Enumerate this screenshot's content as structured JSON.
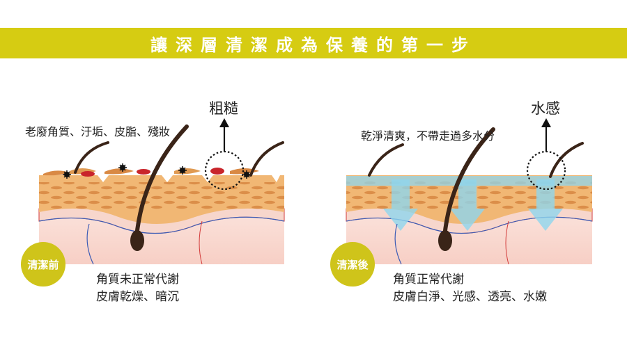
{
  "banner": {
    "title": "讓深層清潔成為保養的第一步"
  },
  "before": {
    "badge": "清潔前",
    "top_label": "粗糙",
    "debris_label": "老廢角質、汙垢、皮脂、殘妝",
    "desc_line1": "角質未正常代謝",
    "desc_line2": "皮膚乾燥、暗沉"
  },
  "after": {
    "badge": "清潔後",
    "top_label": "水感",
    "clean_label": "乾淨清爽，不帶走過多水分",
    "desc_line1": "角質正常代謝",
    "desc_line2": "皮膚白淨、光感、透亮、水嫩"
  },
  "colors": {
    "banner": "#d6cc12",
    "badge": "#cfc41a",
    "stratum": "#f1b774",
    "stratum_spots": "#d98944",
    "dermis": "#fbdbd3",
    "hair": "#3a2418",
    "water": "#8fd6ee"
  }
}
